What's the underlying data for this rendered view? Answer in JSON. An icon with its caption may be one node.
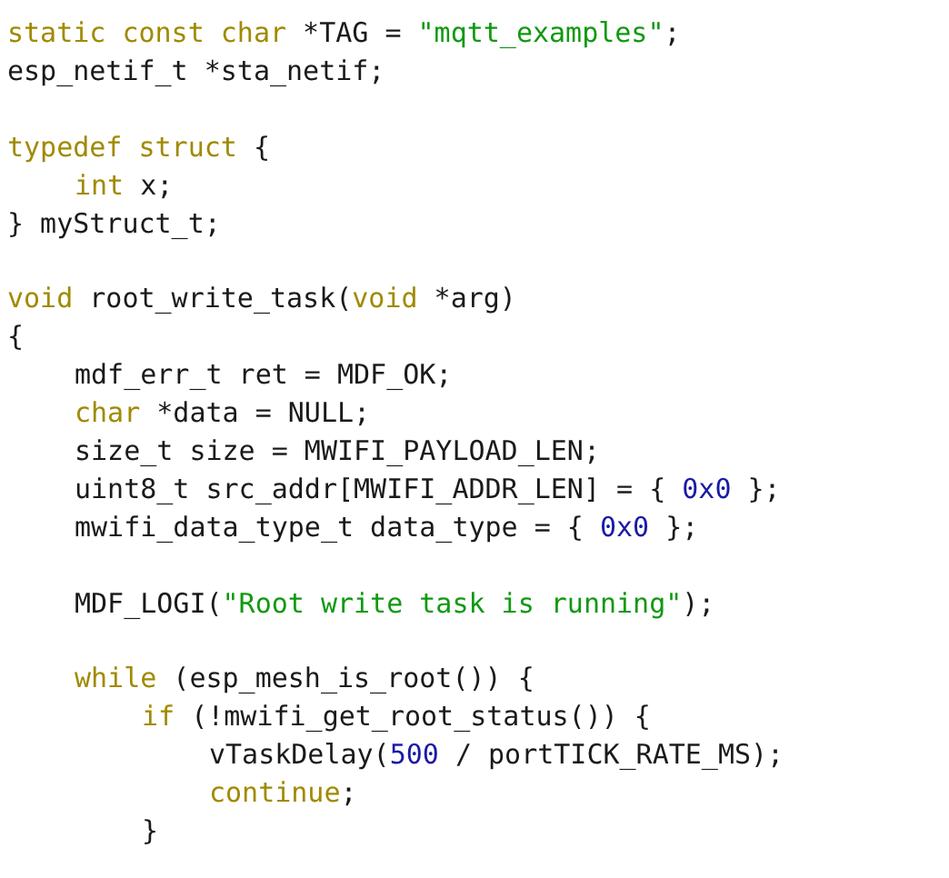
{
  "diagram": {
    "labels": [
      "static const char *TAG = \"mqtt_examples\";",
      "esp_netif_t *sta_netif;",
      "typedef struct {",
      "int x;",
      "} myStruct_t;",
      "void root_write_task(void *arg)",
      "{",
      "mdf_err_t ret = MDF_OK;",
      "char *data = NULL;",
      "size_t size = MWIFI_PAYLOAD_LEN;",
      "uint8_t src_addr[MWIFI_ADDR_LEN] = { 0x0 };",
      "mwifi_data_type_t data_type = { 0x0 };",
      "MDF_LOGI(\"Root write task is running\");",
      "while (esp_mesh_is_root()) {",
      "if (!mwifi_get_root_status()) {",
      "vTaskDelay(500 / portTICK_RATE_MS);",
      "continue;",
      "}"
    ]
  }
}
